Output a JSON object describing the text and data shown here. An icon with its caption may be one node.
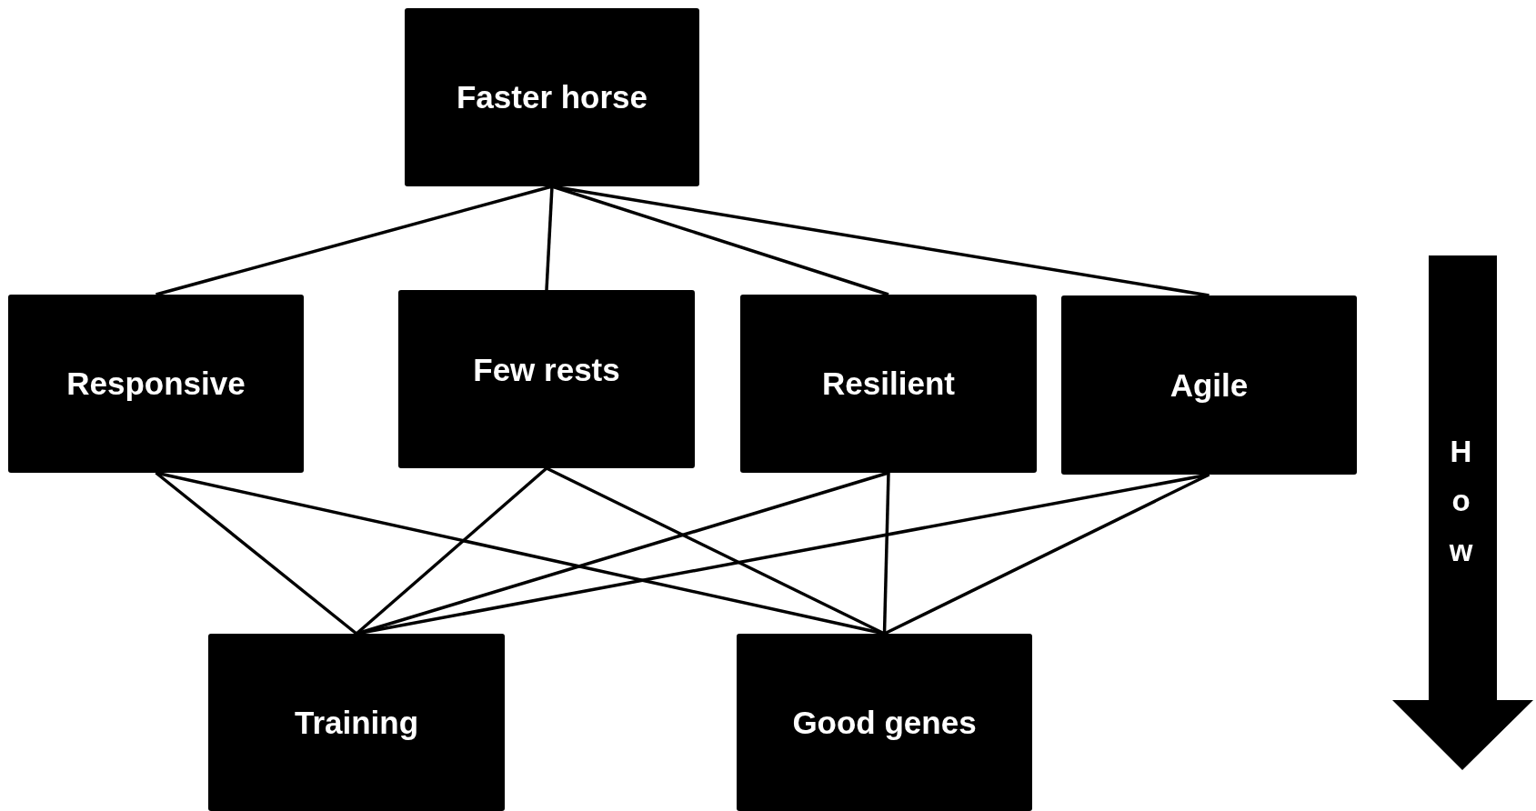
{
  "diagram": {
    "nodes": [
      {
        "text": [
          "Faster horse"
        ]
      },
      {
        "text": [
          "Responsive"
        ]
      },
      {
        "text": [
          "Few rests"
        ]
      },
      {
        "text": [
          "Resilient"
        ]
      },
      {
        "text": [
          "Agile"
        ]
      },
      {
        "text": [
          "Training"
        ]
      },
      {
        "text": [
          "Good genes"
        ]
      }
    ],
    "edges": [
      {
        "from": 0,
        "to": 1,
        "arrow": "none"
      },
      {
        "from": 0,
        "to": 2,
        "arrow": "none"
      },
      {
        "from": 0,
        "to": 3,
        "arrow": "none"
      },
      {
        "from": 0,
        "to": 4,
        "arrow": "none"
      },
      {
        "from": 1,
        "to": 5,
        "arrow": "none"
      },
      {
        "from": 1,
        "to": 6,
        "arrow": "none"
      },
      {
        "from": 2,
        "to": 5,
        "arrow": "none"
      },
      {
        "from": 2,
        "to": 6,
        "arrow": "none"
      },
      {
        "from": 3,
        "to": 5,
        "arrow": "none"
      },
      {
        "from": 3,
        "to": 6,
        "arrow": "none"
      },
      {
        "from": 4,
        "to": 5,
        "arrow": "none"
      },
      {
        "from": 4,
        "to": 6,
        "arrow": "none"
      }
    ],
    "labels": [
      "How"
    ]
  }
}
